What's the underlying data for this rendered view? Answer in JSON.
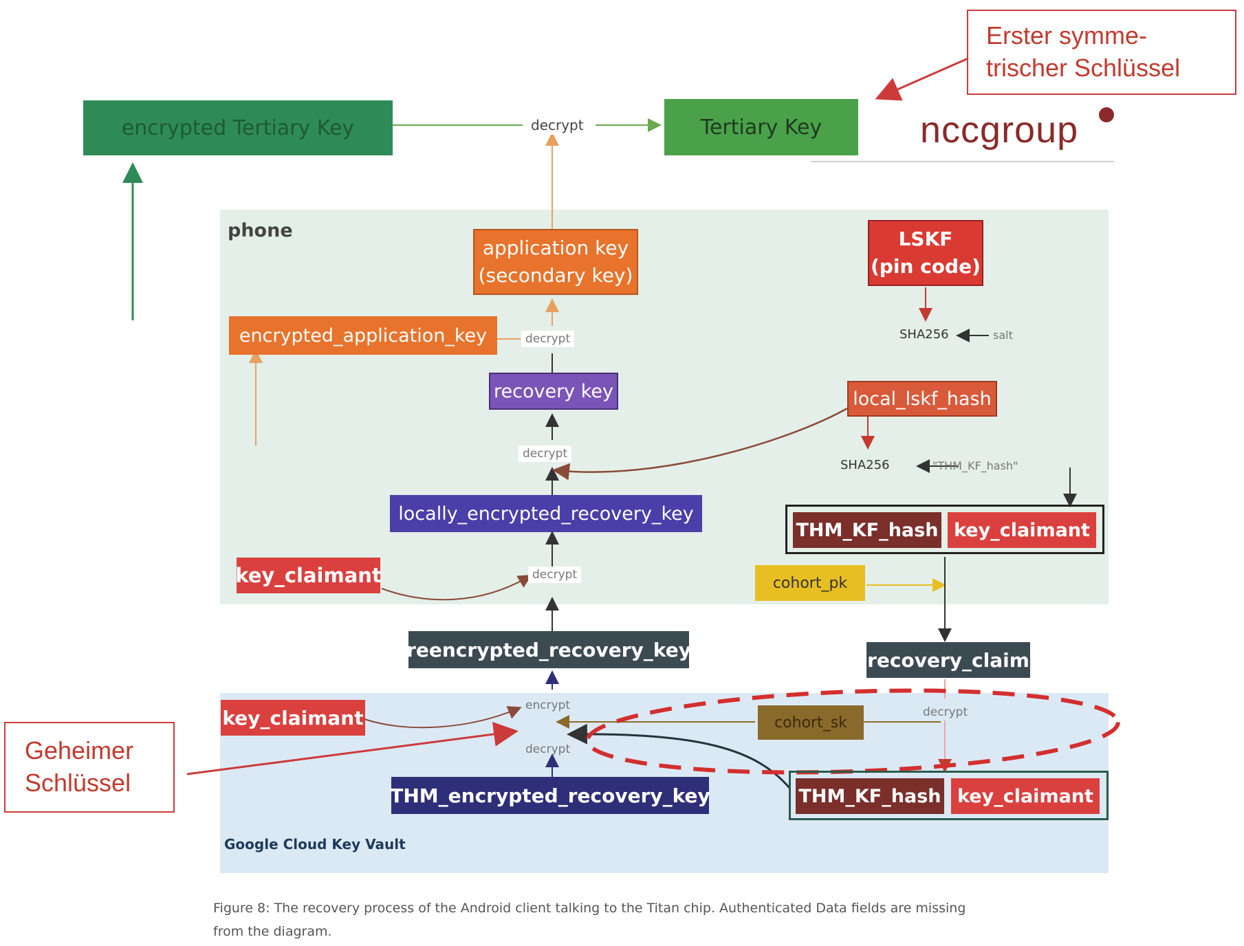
{
  "top": {
    "encrypted_tertiary_key": "encrypted Tertiary Key",
    "decrypt": "decrypt",
    "tertiary_key": "Tertiary Key",
    "logo": "nccgroup"
  },
  "annotations": {
    "erster_line1": "Erster symme-",
    "erster_line2": "trischer Schlüssel",
    "geheimer_line1": "Geheimer",
    "geheimer_line2": "Schlüssel"
  },
  "phone": {
    "label": "phone",
    "application_key_line1": "application key",
    "application_key_line2": "(secondary key)",
    "encrypted_application_key": "encrypted_application_key",
    "decrypt_1": "decrypt",
    "recovery_key": "recovery key",
    "decrypt_2": "decrypt",
    "locally_encrypted_recovery_key": "locally_encrypted_recovery_key",
    "key_claimant": "key_claimant",
    "decrypt_3": "decrypt",
    "lskf_line1": "LSKF",
    "lskf_line2": "(pin code)",
    "sha256_1": "SHA256",
    "salt": "salt",
    "local_lskf_hash": "local_lskf_hash",
    "sha256_2": "SHA256",
    "thm_kf_hash_const": "\"THM_KF_hash\"",
    "thm_kf_hash": "THM_KF_hash",
    "key_claimant_2": "key_claimant",
    "cohort_pk": "cohort_pk"
  },
  "middle": {
    "reencrypted_recovery_key": "reencrypted_recovery_key",
    "recovery_claim": "recovery_claim"
  },
  "vault": {
    "label": "Google Cloud Key Vault",
    "key_claimant": "key_claimant",
    "encrypt": "encrypt",
    "decrypt": "decrypt",
    "cohort_sk": "cohort_sk",
    "decrypt_2": "decrypt",
    "thm_encrypted_recovery_key": "THM_encrypted_recovery_key",
    "thm_kf_hash": "THM_KF_hash",
    "key_claimant_2": "key_claimant"
  },
  "caption": {
    "line1": "Figure 8: The recovery process of the Android client talking to the Titan chip. Authenticated Data fields are missing",
    "line2": "from the diagram."
  },
  "colors": {
    "dark_green": "#2e8b57",
    "green": "#4aa14a",
    "orange": "#e8732c",
    "purple": "#7b54b8",
    "indigo": "#4a3fa8",
    "red": "#d9403e",
    "dark_red": "#7a2f2a",
    "slate": "#3c4a52",
    "navy": "#2e2f78",
    "yellow": "#e8bf22",
    "brown": "#8a6a2a",
    "annotation_red": "#cc3a3a",
    "phone_bg": "#e2efe8",
    "vault_bg": "#dbeaf6"
  }
}
